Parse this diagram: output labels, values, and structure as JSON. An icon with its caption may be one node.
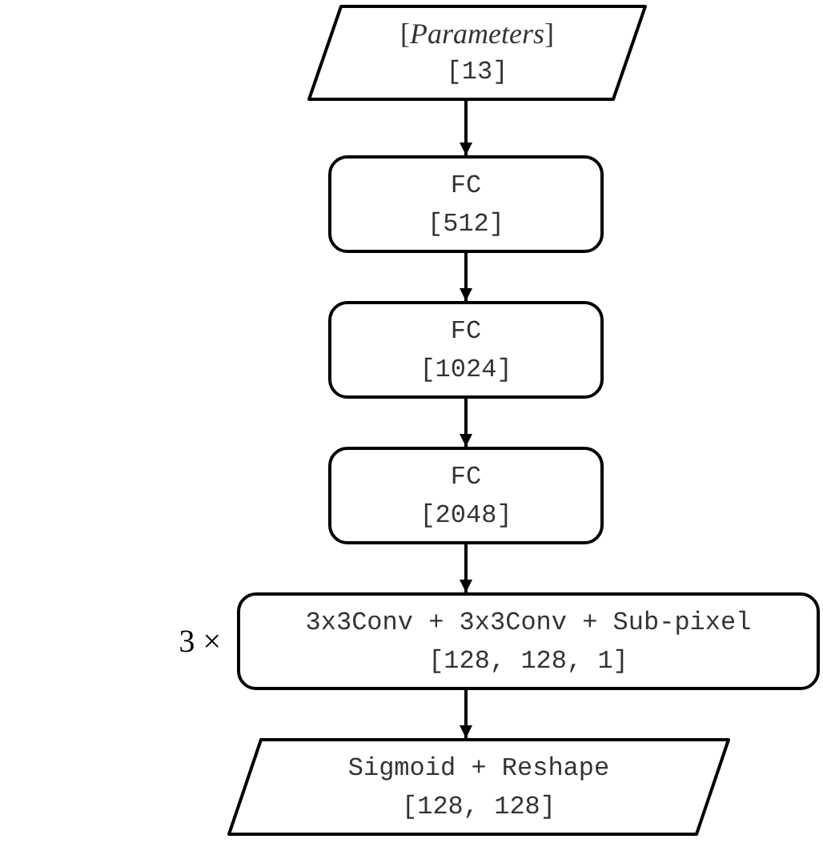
{
  "diagram": {
    "nodes": [
      {
        "text": [
          "[*Parameters*]",
          "[13]"
        ]
      },
      {
        "text": [
          "FC",
          "[512]"
        ]
      },
      {
        "text": [
          "FC",
          "[1024]"
        ]
      },
      {
        "text": [
          "FC",
          "[2048]"
        ]
      },
      {
        "text": [
          "3x3Conv + 3x3Conv + Sub-pixel",
          "[128, 128, 1]"
        ],
        "beside": [
          "3 ×"
        ]
      },
      {
        "text": [
          "Sigmoid + Reshape",
          "[128, 128]"
        ]
      }
    ],
    "edges": [
      {
        "from": 0,
        "to": 1,
        "arrow": "to"
      },
      {
        "from": 1,
        "to": 2,
        "arrow": "to"
      },
      {
        "from": 2,
        "to": 3,
        "arrow": "to"
      },
      {
        "from": 3,
        "to": 4,
        "arrow": "to"
      },
      {
        "from": 4,
        "to": 5,
        "arrow": "to"
      }
    ]
  }
}
